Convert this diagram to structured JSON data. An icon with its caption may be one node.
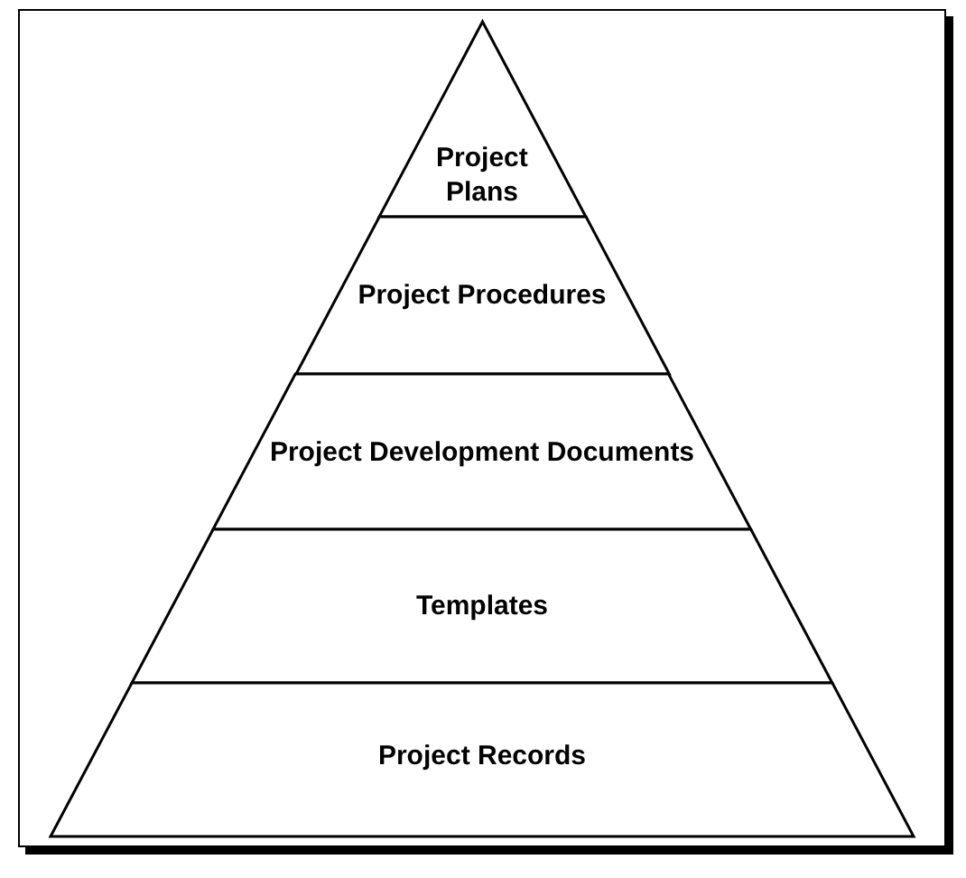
{
  "diagram": {
    "nodes": [
      {
        "text": [
          "Project Plans"
        ]
      },
      {
        "text": [
          "Project Procedures"
        ]
      },
      {
        "text": [
          "Project Development Documents"
        ]
      },
      {
        "text": [
          "Templates"
        ]
      },
      {
        "text": [
          "Project Records"
        ]
      }
    ]
  }
}
